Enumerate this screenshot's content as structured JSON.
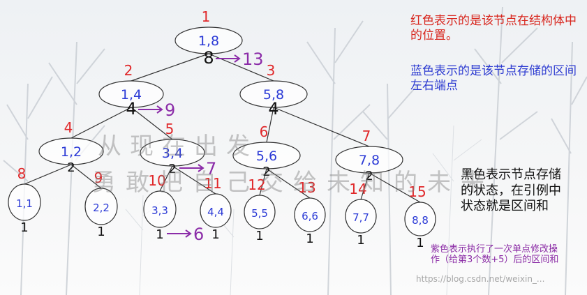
{
  "notes": {
    "red": "红色表示的是该节点在结构体中的位置。",
    "blue": "蓝色表示的是该节点存储的区间左右端点",
    "black": "黑色表示节点存储的状态，在引例中状态就是区间和",
    "purple": "紫色表示执行了一次单点修改操作（给第3个数+5）后的区间和"
  },
  "watermark": {
    "line1": "从现在出发",
    "line2": "勇敢把自己交给未知的未来",
    "url": "https://blog.csdn.net/weixin_..."
  },
  "colors": {
    "index": "#e0282a",
    "range": "#2b3ad6",
    "sum": "#111111",
    "update": "#8b2ca8",
    "node_fill": "#ffffff",
    "node_stroke": "#333333"
  },
  "nodes": [
    {
      "id": 1,
      "range": "1,8",
      "sum": "8",
      "updated": "13"
    },
    {
      "id": 2,
      "range": "1,4",
      "sum": "4",
      "updated": "9"
    },
    {
      "id": 3,
      "range": "5,8",
      "sum": "4",
      "updated": ""
    },
    {
      "id": 4,
      "range": "1,2",
      "sum": "2",
      "updated": ""
    },
    {
      "id": 5,
      "range": "3,4",
      "sum": "2",
      "updated": "7"
    },
    {
      "id": 6,
      "range": "5,6",
      "sum": "2",
      "updated": ""
    },
    {
      "id": 7,
      "range": "7,8",
      "sum": "2",
      "updated": ""
    },
    {
      "id": 8,
      "range": "1,1",
      "sum": "1",
      "updated": ""
    },
    {
      "id": 9,
      "range": "2,2",
      "sum": "1",
      "updated": ""
    },
    {
      "id": 10,
      "range": "3,3",
      "sum": "1",
      "updated": "6"
    },
    {
      "id": 11,
      "range": "4,4",
      "sum": "1",
      "updated": ""
    },
    {
      "id": 12,
      "range": "5,5",
      "sum": "1",
      "updated": ""
    },
    {
      "id": 13,
      "range": "6,6",
      "sum": "1",
      "updated": ""
    },
    {
      "id": 14,
      "range": "7,7",
      "sum": "1",
      "updated": ""
    },
    {
      "id": 15,
      "range": "8,8",
      "sum": "1",
      "updated": ""
    }
  ]
}
